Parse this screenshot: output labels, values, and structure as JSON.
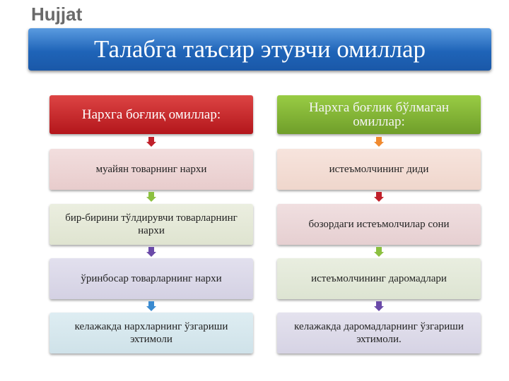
{
  "title": "Талабга таъсир этувчи омиллар",
  "left": {
    "header": "Нархга боғлиқ омиллар:",
    "items": [
      "муайян товарнинг нархи",
      "бир-бирини тўлдирувчи товарларнинг нархи",
      "ўринбосар товарларнинг нархи",
      "келажакда нархларнинг ўзгариши эхтимоли"
    ],
    "colors": {
      "header": "#c0202a",
      "items": [
        "#edd3d3",
        "#e3e8d6",
        "#d9d6e6",
        "#d5e6ec"
      ],
      "arrows": [
        "#c0202a",
        "#8cc040",
        "#6a4aa8",
        "#3a8ad0"
      ]
    }
  },
  "right": {
    "header": "Нархга боғлик бўлмаган омиллар:",
    "items": [
      "истеъмолчининг диди",
      "бозордаги истеъмолчилар сони",
      "истеъмолчининг даромадлари",
      "келажакда даромадларнинг ўзгариши эхтимоли."
    ],
    "colors": {
      "header": "#7cb034",
      "items": [
        "#f3ddd5",
        "#ead5d7",
        "#e1e8d6",
        "#dcd8e8"
      ],
      "arrows": [
        "#f08a30",
        "#c0202a",
        "#8cc040",
        "#6a4aa8"
      ]
    }
  },
  "watermark": "Hujjat"
}
